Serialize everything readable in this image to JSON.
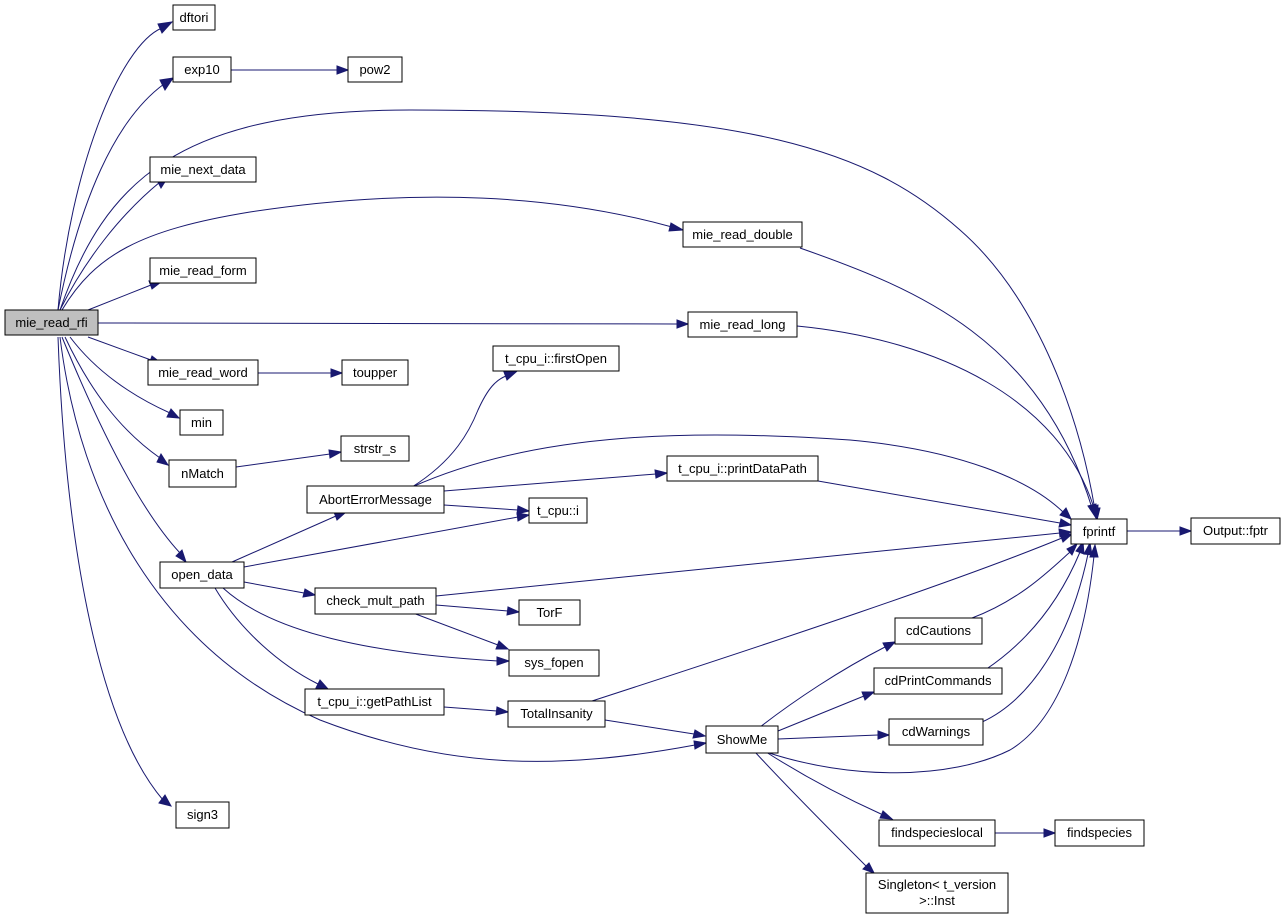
{
  "graph": {
    "root": "mie_read_rfi",
    "colors": {
      "edge": "#191970",
      "node_border": "#000000",
      "node_fill": "#ffffff",
      "root_fill": "#bfbfbf"
    },
    "nodes": {
      "root": "mie_read_rfi",
      "dftori": "dftori",
      "exp10": "exp10",
      "pow2": "pow2",
      "mie_next_data": "mie_next_data",
      "mie_read_double": "mie_read_double",
      "mie_read_form": "mie_read_form",
      "mie_read_long": "mie_read_long",
      "mie_read_word": "mie_read_word",
      "toupper": "toupper",
      "firstopen": "t_cpu_i::firstOpen",
      "min": "min",
      "nmatch": "nMatch",
      "strstr_s": "strstr_s",
      "aborterror": "AbortErrorMessage",
      "printdatapath": "t_cpu_i::printDataPath",
      "t_cpu_i": "t_cpu::i",
      "fprintf": "fprintf",
      "fptr": "Output::fptr",
      "open_data": "open_data",
      "check_mult_path": "check_mult_path",
      "torf": "TorF",
      "sys_fopen": "sys_fopen",
      "cdcautions": "cdCautions",
      "cdprintcommands": "cdPrintCommands",
      "getpathlist": "t_cpu_i::getPathList",
      "totalinsanity": "TotalInsanity",
      "showme": "ShowMe",
      "cdwarnings": "cdWarnings",
      "sign3": "sign3",
      "findspecieslocal": "findspecieslocal",
      "findspecies": "findspecies",
      "singleton_1": "Singleton< t_version",
      "singleton_2": ">::Inst"
    },
    "edges": [
      [
        "mie_read_rfi",
        "dftori"
      ],
      [
        "mie_read_rfi",
        "exp10"
      ],
      [
        "exp10",
        "pow2"
      ],
      [
        "mie_read_rfi",
        "fprintf"
      ],
      [
        "mie_read_rfi",
        "mie_next_data"
      ],
      [
        "mie_read_rfi",
        "mie_read_double"
      ],
      [
        "mie_read_double",
        "fprintf"
      ],
      [
        "mie_read_rfi",
        "mie_read_form"
      ],
      [
        "mie_read_rfi",
        "mie_read_long"
      ],
      [
        "mie_read_long",
        "fprintf"
      ],
      [
        "mie_read_rfi",
        "mie_read_word"
      ],
      [
        "mie_read_word",
        "toupper"
      ],
      [
        "mie_read_rfi",
        "min"
      ],
      [
        "mie_read_rfi",
        "nMatch"
      ],
      [
        "nMatch",
        "strstr_s"
      ],
      [
        "mie_read_rfi",
        "open_data"
      ],
      [
        "mie_read_rfi",
        "sign3"
      ],
      [
        "mie_read_rfi",
        "ShowMe"
      ],
      [
        "open_data",
        "AbortErrorMessage"
      ],
      [
        "open_data",
        "t_cpu::i"
      ],
      [
        "open_data",
        "check_mult_path"
      ],
      [
        "open_data",
        "sys_fopen"
      ],
      [
        "open_data",
        "t_cpu_i::getPathList"
      ],
      [
        "AbortErrorMessage",
        "t_cpu_i::firstOpen"
      ],
      [
        "AbortErrorMessage",
        "fprintf"
      ],
      [
        "AbortErrorMessage",
        "t_cpu_i::printDataPath"
      ],
      [
        "AbortErrorMessage",
        "t_cpu::i"
      ],
      [
        "t_cpu_i::printDataPath",
        "fprintf"
      ],
      [
        "check_mult_path",
        "fprintf"
      ],
      [
        "check_mult_path",
        "TorF"
      ],
      [
        "check_mult_path",
        "sys_fopen"
      ],
      [
        "t_cpu_i::getPathList",
        "TotalInsanity"
      ],
      [
        "TotalInsanity",
        "fprintf"
      ],
      [
        "TotalInsanity",
        "ShowMe"
      ],
      [
        "ShowMe",
        "cdCautions"
      ],
      [
        "ShowMe",
        "cdPrintCommands"
      ],
      [
        "ShowMe",
        "cdWarnings"
      ],
      [
        "ShowMe",
        "fprintf"
      ],
      [
        "ShowMe",
        "findspecieslocal"
      ],
      [
        "ShowMe",
        "Singleton< t_version >::Inst"
      ],
      [
        "cdCautions",
        "fprintf"
      ],
      [
        "cdPrintCommands",
        "fprintf"
      ],
      [
        "cdWarnings",
        "fprintf"
      ],
      [
        "findspecieslocal",
        "findspecies"
      ],
      [
        "fprintf",
        "Output::fptr"
      ]
    ]
  }
}
